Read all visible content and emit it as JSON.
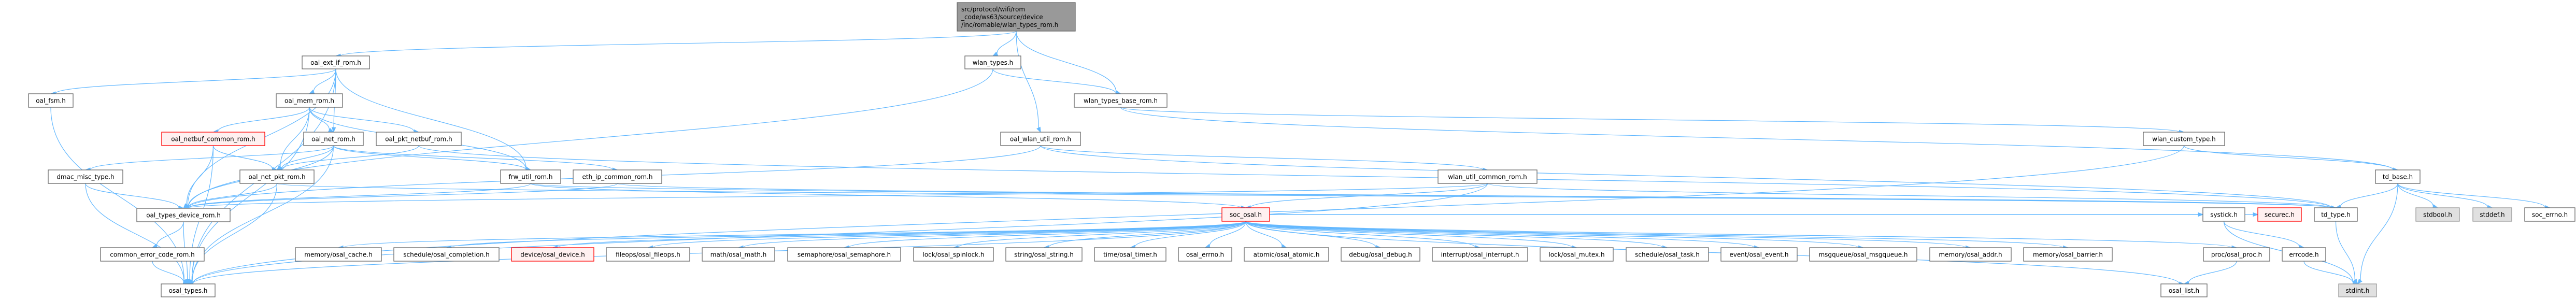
{
  "graph": {
    "kind": "include-dependency-graph",
    "colors": {
      "edge": "#63b8ff",
      "root_fill": "#999999",
      "root_border": "#666666",
      "normal_fill": "#ffffff",
      "normal_border": "#666666",
      "missing_fill": "#fff0f0",
      "missing_border": "#ff0000",
      "system_fill": "#e0e0e0",
      "system_border": "#999999"
    },
    "nodes": [
      {
        "id": "root",
        "style": "root",
        "lines": [
          "src/protocol/wifi/rom",
          "_code/ws63/source/device",
          "/inc/romable/wlan_types_rom.h"
        ]
      },
      {
        "id": "oal_ext_if_rom",
        "style": "normal",
        "lines": [
          "oal_ext_if_rom.h"
        ]
      },
      {
        "id": "wlan_types",
        "style": "normal",
        "lines": [
          "wlan_types.h"
        ]
      },
      {
        "id": "wlan_types_base_rom",
        "style": "normal",
        "lines": [
          "wlan_types_base_rom.h"
        ]
      },
      {
        "id": "oal_fsm",
        "style": "normal",
        "lines": [
          "oal_fsm.h"
        ]
      },
      {
        "id": "oal_mem_rom",
        "style": "normal",
        "lines": [
          "oal_mem_rom.h"
        ]
      },
      {
        "id": "oal_netbuf_common_rom",
        "style": "missing",
        "lines": [
          "oal_netbuf_common_rom.h"
        ]
      },
      {
        "id": "oal_net_rom",
        "style": "normal",
        "lines": [
          "oal_net_rom.h"
        ]
      },
      {
        "id": "oal_pkt_netbuf_rom",
        "style": "normal",
        "lines": [
          "oal_pkt_netbuf_rom.h"
        ]
      },
      {
        "id": "oal_wlan_util_rom",
        "style": "normal",
        "lines": [
          "oal_wlan_util_rom.h"
        ]
      },
      {
        "id": "wlan_custom_type",
        "style": "normal",
        "lines": [
          "wlan_custom_type.h"
        ]
      },
      {
        "id": "dmac_misc_type",
        "style": "normal",
        "lines": [
          "dmac_misc_type.h"
        ]
      },
      {
        "id": "oal_net_pkt_rom",
        "style": "normal",
        "lines": [
          "oal_net_pkt_rom.h"
        ]
      },
      {
        "id": "frw_util_rom",
        "style": "normal",
        "lines": [
          "frw_util_rom.h"
        ]
      },
      {
        "id": "eth_ip_common_rom",
        "style": "normal",
        "lines": [
          "eth_ip_common_rom.h"
        ]
      },
      {
        "id": "wlan_util_common_rom",
        "style": "normal",
        "lines": [
          "wlan_util_common_rom.h"
        ]
      },
      {
        "id": "td_base",
        "style": "normal",
        "lines": [
          "td_base.h"
        ]
      },
      {
        "id": "oal_types_device_rom",
        "style": "normal",
        "lines": [
          "oal_types_device_rom.h"
        ]
      },
      {
        "id": "soc_osal",
        "style": "missing",
        "lines": [
          "soc_osal.h"
        ]
      },
      {
        "id": "systick",
        "style": "normal",
        "lines": [
          "systick.h"
        ]
      },
      {
        "id": "securec",
        "style": "missing",
        "lines": [
          "securec.h"
        ]
      },
      {
        "id": "td_type",
        "style": "normal",
        "lines": [
          "td_type.h"
        ]
      },
      {
        "id": "stdbool",
        "style": "system",
        "lines": [
          "stdbool.h"
        ]
      },
      {
        "id": "stddef",
        "style": "system",
        "lines": [
          "stddef.h"
        ]
      },
      {
        "id": "soc_errno",
        "style": "normal",
        "lines": [
          "soc_errno.h"
        ]
      },
      {
        "id": "common_error_code_rom",
        "style": "normal",
        "lines": [
          "common_error_code_rom.h"
        ]
      },
      {
        "id": "osal_cache",
        "style": "normal",
        "lines": [
          "memory/osal_cache.h"
        ]
      },
      {
        "id": "osal_completion",
        "style": "normal",
        "lines": [
          "schedule/osal_completion.h"
        ]
      },
      {
        "id": "osal_device",
        "style": "missing",
        "lines": [
          "device/osal_device.h"
        ]
      },
      {
        "id": "osal_fileops",
        "style": "normal",
        "lines": [
          "fileops/osal_fileops.h"
        ]
      },
      {
        "id": "osal_math",
        "style": "normal",
        "lines": [
          "math/osal_math.h"
        ]
      },
      {
        "id": "osal_semaphore",
        "style": "normal",
        "lines": [
          "semaphore/osal_semaphore.h"
        ]
      },
      {
        "id": "osal_spinlock",
        "style": "normal",
        "lines": [
          "lock/osal_spinlock.h"
        ]
      },
      {
        "id": "osal_string",
        "style": "normal",
        "lines": [
          "string/osal_string.h"
        ]
      },
      {
        "id": "osal_timer",
        "style": "normal",
        "lines": [
          "time/osal_timer.h"
        ]
      },
      {
        "id": "osal_errno",
        "style": "normal",
        "lines": [
          "osal_errno.h"
        ]
      },
      {
        "id": "osal_atomic",
        "style": "normal",
        "lines": [
          "atomic/osal_atomic.h"
        ]
      },
      {
        "id": "osal_debug",
        "style": "normal",
        "lines": [
          "debug/osal_debug.h"
        ]
      },
      {
        "id": "osal_interrupt",
        "style": "normal",
        "lines": [
          "interrupt/osal_interrupt.h"
        ]
      },
      {
        "id": "osal_mutex",
        "style": "normal",
        "lines": [
          "lock/osal_mutex.h"
        ]
      },
      {
        "id": "osal_task",
        "style": "normal",
        "lines": [
          "schedule/osal_task.h"
        ]
      },
      {
        "id": "osal_event",
        "style": "normal",
        "lines": [
          "event/osal_event.h"
        ]
      },
      {
        "id": "osal_msgqueue",
        "style": "normal",
        "lines": [
          "msgqueue/osal_msgqueue.h"
        ]
      },
      {
        "id": "osal_addr",
        "style": "normal",
        "lines": [
          "memory/osal_addr.h"
        ]
      },
      {
        "id": "osal_barrier",
        "style": "normal",
        "lines": [
          "memory/osal_barrier.h"
        ]
      },
      {
        "id": "osal_proc",
        "style": "normal",
        "lines": [
          "proc/osal_proc.h"
        ]
      },
      {
        "id": "errcode",
        "style": "normal",
        "lines": [
          "errcode.h"
        ]
      },
      {
        "id": "osal_types",
        "style": "normal",
        "lines": [
          "osal_types.h"
        ]
      },
      {
        "id": "osal_list",
        "style": "normal",
        "lines": [
          "osal_list.h"
        ]
      },
      {
        "id": "stdint",
        "style": "system",
        "lines": [
          "stdint.h"
        ]
      }
    ],
    "edges": [
      [
        "root",
        "oal_ext_if_rom"
      ],
      [
        "root",
        "wlan_types"
      ],
      [
        "root",
        "wlan_types_base_rom"
      ],
      [
        "root",
        "oal_wlan_util_rom"
      ],
      [
        "oal_ext_if_rom",
        "oal_fsm"
      ],
      [
        "oal_ext_if_rom",
        "oal_mem_rom"
      ],
      [
        "oal_ext_if_rom",
        "oal_net_rom"
      ],
      [
        "oal_ext_if_rom",
        "frw_util_rom"
      ],
      [
        "oal_ext_if_rom",
        "oal_types_device_rom"
      ],
      [
        "oal_ext_if_rom",
        "osal_types"
      ],
      [
        "wlan_types",
        "wlan_types_base_rom"
      ],
      [
        "wlan_types",
        "oal_types_device_rom"
      ],
      [
        "wlan_types_base_rom",
        "td_base"
      ],
      [
        "wlan_types_base_rom",
        "wlan_custom_type"
      ],
      [
        "oal_fsm",
        "osal_types"
      ],
      [
        "oal_mem_rom",
        "oal_netbuf_common_rom"
      ],
      [
        "oal_mem_rom",
        "oal_net_rom"
      ],
      [
        "oal_mem_rom",
        "oal_pkt_netbuf_rom"
      ],
      [
        "oal_mem_rom",
        "oal_net_pkt_rom"
      ],
      [
        "oal_mem_rom",
        "frw_util_rom"
      ],
      [
        "oal_mem_rom",
        "osal_types"
      ],
      [
        "oal_netbuf_common_rom",
        "oal_types_device_rom"
      ],
      [
        "oal_netbuf_common_rom",
        "oal_net_pkt_rom"
      ],
      [
        "oal_netbuf_common_rom",
        "osal_types"
      ],
      [
        "oal_net_rom",
        "oal_net_pkt_rom"
      ],
      [
        "oal_net_rom",
        "dmac_misc_type"
      ],
      [
        "oal_net_rom",
        "frw_util_rom"
      ],
      [
        "oal_net_rom",
        "eth_ip_common_rom"
      ],
      [
        "oal_net_rom",
        "osal_types"
      ],
      [
        "oal_net_rom",
        "oal_types_device_rom"
      ],
      [
        "oal_pkt_netbuf_rom",
        "oal_net_pkt_rom"
      ],
      [
        "oal_pkt_netbuf_rom",
        "td_type"
      ],
      [
        "oal_wlan_util_rom",
        "wlan_util_common_rom"
      ],
      [
        "oal_wlan_util_rom",
        "oal_types_device_rom"
      ],
      [
        "oal_wlan_util_rom",
        "td_type"
      ],
      [
        "wlan_custom_type",
        "td_base"
      ],
      [
        "wlan_custom_type",
        "osal_types"
      ],
      [
        "dmac_misc_type",
        "oal_types_device_rom"
      ],
      [
        "dmac_misc_type",
        "osal_types"
      ],
      [
        "oal_net_pkt_rom",
        "oal_types_device_rom"
      ],
      [
        "oal_net_pkt_rom",
        "osal_types"
      ],
      [
        "oal_net_pkt_rom",
        "td_type"
      ],
      [
        "frw_util_rom",
        "oal_types_device_rom"
      ],
      [
        "frw_util_rom",
        "soc_osal"
      ],
      [
        "frw_util_rom",
        "td_type"
      ],
      [
        "eth_ip_common_rom",
        "oal_types_device_rom"
      ],
      [
        "eth_ip_common_rom",
        "td_type"
      ],
      [
        "wlan_util_common_rom",
        "soc_osal"
      ],
      [
        "wlan_util_common_rom",
        "oal_types_device_rom"
      ],
      [
        "wlan_util_common_rom",
        "td_type"
      ],
      [
        "wlan_util_common_rom",
        "osal_types"
      ],
      [
        "td_base",
        "td_type"
      ],
      [
        "td_base",
        "stdint"
      ],
      [
        "td_base",
        "stdbool"
      ],
      [
        "td_base",
        "stddef"
      ],
      [
        "td_base",
        "soc_errno"
      ],
      [
        "td_type",
        "stdint"
      ],
      [
        "oal_types_device_rom",
        "common_error_code_rom"
      ],
      [
        "oal_types_device_rom",
        "osal_types"
      ],
      [
        "common_error_code_rom",
        "osal_types"
      ],
      [
        "soc_osal",
        "osal_types"
      ],
      [
        "soc_osal",
        "osal_cache"
      ],
      [
        "soc_osal",
        "osal_completion"
      ],
      [
        "soc_osal",
        "osal_device"
      ],
      [
        "soc_osal",
        "osal_fileops"
      ],
      [
        "soc_osal",
        "osal_math"
      ],
      [
        "soc_osal",
        "osal_semaphore"
      ],
      [
        "soc_osal",
        "osal_spinlock"
      ],
      [
        "soc_osal",
        "osal_string"
      ],
      [
        "soc_osal",
        "osal_timer"
      ],
      [
        "soc_osal",
        "osal_errno"
      ],
      [
        "soc_osal",
        "osal_atomic"
      ],
      [
        "soc_osal",
        "osal_debug"
      ],
      [
        "soc_osal",
        "osal_interrupt"
      ],
      [
        "soc_osal",
        "osal_mutex"
      ],
      [
        "soc_osal",
        "osal_task"
      ],
      [
        "soc_osal",
        "osal_event"
      ],
      [
        "soc_osal",
        "osal_msgqueue"
      ],
      [
        "soc_osal",
        "osal_addr"
      ],
      [
        "soc_osal",
        "osal_barrier"
      ],
      [
        "soc_osal",
        "osal_proc"
      ],
      [
        "soc_osal",
        "systick"
      ],
      [
        "soc_osal",
        "securec"
      ],
      [
        "soc_osal",
        "osal_list"
      ],
      [
        "systick",
        "errcode"
      ],
      [
        "systick",
        "stdint"
      ],
      [
        "osal_proc",
        "osal_list"
      ],
      [
        "errcode",
        "stdint"
      ]
    ]
  }
}
